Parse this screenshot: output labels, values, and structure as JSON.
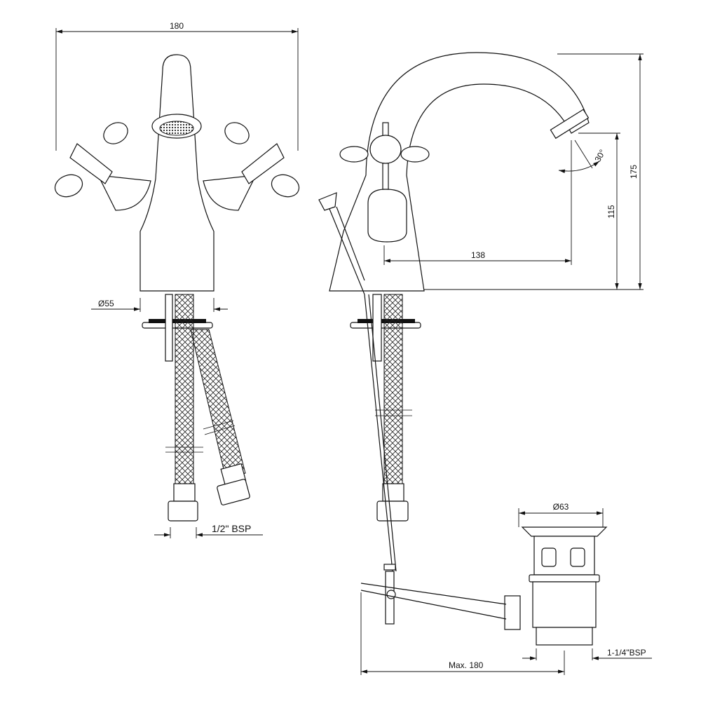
{
  "front_view": {
    "width_label": "180",
    "base_diameter_label": "Ø55",
    "connection_label": "1/2\" BSP"
  },
  "side_view": {
    "height_label": "175",
    "spout_height_label": "115",
    "reach_label": "138",
    "angle_label": "30°"
  },
  "waste": {
    "diameter_label": "Ø63",
    "rod_length_label": "Max. 180",
    "connection_label": "1-1/4\"BSP"
  }
}
